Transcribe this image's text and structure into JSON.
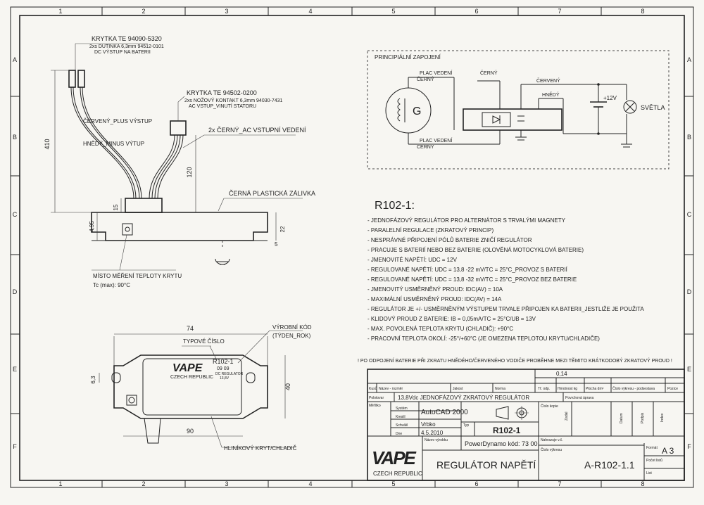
{
  "grid": {
    "cols": [
      "1",
      "2",
      "3",
      "4",
      "5",
      "6",
      "7",
      "8"
    ],
    "rows": [
      "A",
      "B",
      "C",
      "D",
      "E",
      "F"
    ]
  },
  "drawing": {
    "connector_a_title": "KRYTKA TE 94090-5320",
    "connector_a_desc1": "2xs DUTINKA 6,3mm 94512-0101",
    "connector_a_desc2": "DC VÝSTUP NA BATERII",
    "connector_b_title": "KRYTKA TE 94502-0200",
    "connector_b_desc1": "2xs NOŽOVÝ KONTAKT 6,3mm 94030-7431",
    "connector_b_desc2": "AC VSTUP_VINUTÍ STATORU",
    "wire_plus": "ČERVENÝ_PLUS VÝSTUP",
    "wire_minus": "HNĚDÝ_MINUS VÝTUP",
    "wire_ac": "2x ČERNÝ_AC VSTUPNÍ VEDENÍ",
    "potting": "ČERNÁ PLASTICKÁ ZÁLIVKA",
    "temp_point": "MÍSTO MĚŘENÍ TEPLOTY KRYTU",
    "temp_max": "Tc (max): 90°C",
    "dim_410": "410",
    "dim_120": "120",
    "dim_15": "15",
    "dim_495": "4,95",
    "dim_22": "22",
    "dim_5": "5",
    "dim_74": "74",
    "dim_90": "90",
    "dim_40": "40",
    "dim_63": "6,3",
    "type_label": "TYPOVÉ ČÍSLO",
    "prod_code": "VÝROBNÍ KÓD",
    "prod_code2": "(TÝDEN_ROK)",
    "plate_model": "R102-1",
    "plate_date": "09 09",
    "plate_brand": "CZECH REPUBLIC",
    "plate_small1": "DC REGULATOR",
    "plate_small2": "13,8V",
    "housing": "HLINÍKOVÝ KRYT/CHLADIČ"
  },
  "schematic": {
    "title": "PRINCIPIÁLNÍ ZAPOJENÍ",
    "w1a": "PLAC VEDENÍ",
    "w1b": "ČERNÝ",
    "w2": "ČERNÝ",
    "w3": "ČERVENÝ",
    "w4": "HNĚDÝ",
    "w5a": "PLAC VEDENÍ",
    "w5b": "ČERNÝ",
    "gen": "G",
    "bat": "+12V",
    "light": "SVĚTLA"
  },
  "specs": {
    "title": "R102-1:",
    "items": [
      "- JEDNOFÁZOVÝ REGULÁTOR PRO ALTERNÁTOR S TRVALÝMI MAGNETY",
      "- PARALELNÍ REGULACE (ZKRATOVÝ PRINCIP)",
      "- NESPRÁVNÉ PŘIPOJENÍ PÓLŮ BATERIE ZNIČÍ REGULÁTOR",
      "- PRACUJE S BATERIÍ NEBO BEZ BATERIE (OLOVĚNÁ MOTOCYKLOVÁ BATERIE)",
      "- JMENOVITÉ NAPĚTÍ: UDC = 12V",
      "- REGULOVANÉ NAPĚTÍ: UDC = 13,8 -22 mV/TC = 25°C_PROVOZ S BATERIÍ",
      "- REGULOVANÉ NAPĚTÍ: UDC = 13,8 -32 mV/TC = 25°C_PROVOZ BEZ BATERIE",
      "- JMENOVITÝ USMĚRNĚNÝ PROUD: IDC(AV) = 10A",
      "- MAXIMÁLNÍ USMĚRNĚNÝ PROUD: IDC(AV) = 14A",
      "- REGULÁTOR JE +/- USMĚRNĚNÝM VÝSTUPEM TRVALE PŘIPOJEN KA BATERII_JESTLIŽE JE POUŽITA",
      "- KLIDOVÝ PROUD Z BATERIE: IB = 0,05mA/TC = 25°C/UB = 13V",
      "- MAX. POVOLENÁ TEPLOTA KRYTU (CHLADIČ): +90°C",
      "- PRACOVNÍ TEPLOTA OKOLÍ: -25°/+60°C (JE OMEZENA TEPLOTOU KRYTU/CHLADIČE)"
    ],
    "warning": "! PO ODPOJENÍ BATERIE PŘI ZKRATU HNĚDÉHO/ČERVENÉHO VODIČE PROBĚHNE MEZI TĚMITO KRÁTKODOBÝ ZKRATOVÝ PROUD !"
  },
  "titleblock": {
    "weight": "0,14",
    "h_kusu": "Kusů",
    "h_nazev": "Název - rozměr",
    "h_jakost": "Jakost",
    "h_norma": "Norma",
    "h_trid": "Tř. odp.",
    "h_hmot": "Hmotnost kg",
    "h_plocha": "Plocha dm²",
    "h_cislo": "Číslo výkresu - podsestava",
    "h_pozice": "Pozice",
    "r_polotovar": "Polotovar",
    "r_desc": "13,8Vdc JEDNOFÁZOVÝ ZKRATOVÝ REGULÁTOR",
    "r_povrch": "Povrchová úprava",
    "lbl_merit": "Měřítko",
    "lbl_system": "Systém",
    "lbl_kreslil": "Kreslil",
    "lbl_schvalil": "Schválil",
    "lbl_dne": "Dne",
    "val_system": "AutoCAD 2000",
    "val_kreslil": "Vrbko",
    "val_dne": "4.5.2010",
    "lbl_typ": "Typ",
    "val_typ": "R102-1",
    "lbl_nazev_vyrob": "Název výrobku",
    "val_powerdynamo": "PowerDynamo kód: 73 00",
    "lbl_cislo_kopie": "Číslo kopie",
    "lbl_zadal": "Zadal",
    "lbl_datum": "Datum",
    "lbl_podpis": "Podpis",
    "lbl_index": "Index",
    "lbl_nahrazuje": "Nahrazuje v.č.",
    "lbl_cislo_vykresu": "Číslo výkresu",
    "val_nazev": "REGULÁTOR NAPĚTÍ",
    "val_cislo": "A-R102-1.1",
    "lbl_format": "Formát",
    "val_format": "A 3",
    "lbl_pocet": "Počet listů",
    "lbl_list": "List",
    "logo_text": "VAPE",
    "logo_sub": "CZECH REPUBLIC"
  }
}
